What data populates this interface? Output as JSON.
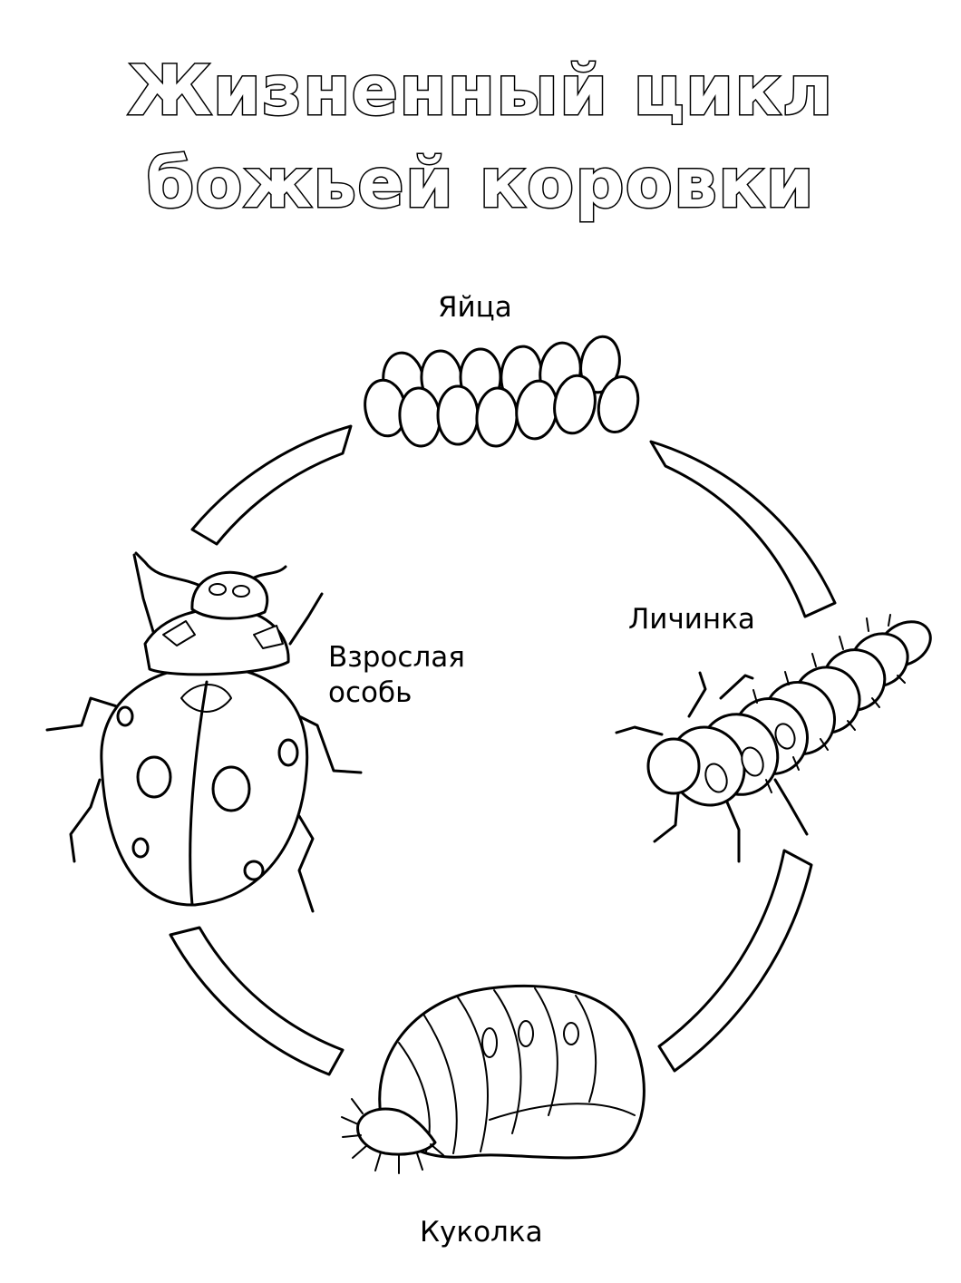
{
  "title": {
    "line1": "Жизненный цикл",
    "line2": "божьей коровки"
  },
  "stages": {
    "eggs": "Яйца",
    "larva": "Личинка",
    "pupa": "Куколка",
    "adult_line1": "Взрослая",
    "adult_line2": "особь"
  },
  "colors": {
    "outline": "#000000",
    "background": "#ffffff"
  },
  "icons": [
    "egg-cluster-icon",
    "larva-icon",
    "pupa-icon",
    "ladybug-icon"
  ]
}
